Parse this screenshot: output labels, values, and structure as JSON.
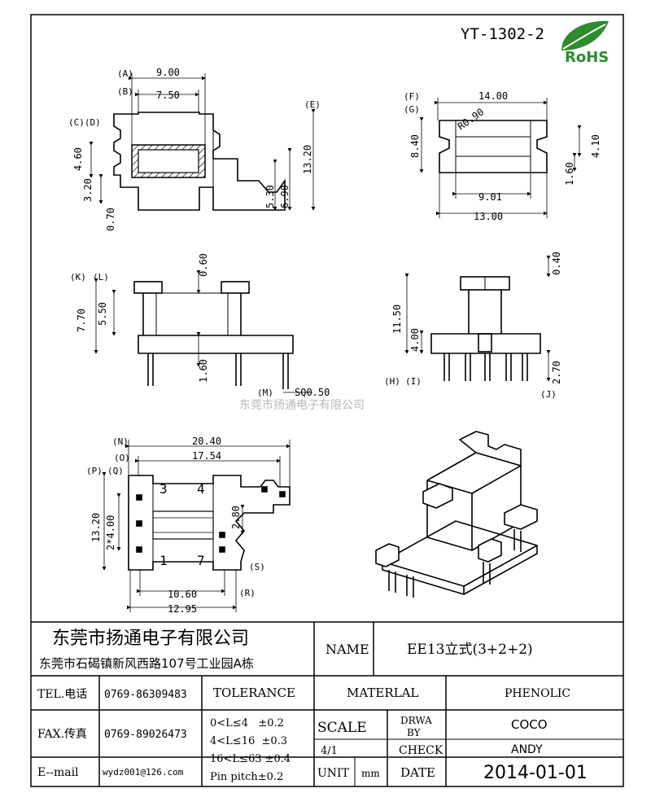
{
  "header": {
    "part_number": "YT-1302-2",
    "rohs": "RoHS"
  },
  "watermark": "东莞市扬通电子有限公司",
  "top_left_view": {
    "labels": [
      "(A)",
      "(B)",
      "(C)(D)",
      "(E)"
    ],
    "dims": [
      "9.00",
      "7.50",
      "4.60",
      "3.20",
      "0.70",
      "13.20",
      "5.30",
      "6.90"
    ]
  },
  "top_right_view": {
    "labels": [
      "(F)",
      "(G)"
    ],
    "dims": [
      "14.00",
      "R0.90",
      "8.40",
      "4.10",
      "1.60",
      "9.01",
      "13.00"
    ]
  },
  "mid_left_view": {
    "labels": [
      "(K)",
      "(L)",
      "(M)"
    ],
    "dims": [
      "0.60",
      "7.70",
      "5.50",
      "1.60",
      "SQ0.50"
    ]
  },
  "mid_right_view": {
    "labels": [
      "(H)",
      "(I)",
      "(J)"
    ],
    "dims": [
      "0.40",
      "11.50",
      "4.00",
      "2.70"
    ]
  },
  "bottom_left_view": {
    "labels": [
      "(N)",
      "(O)",
      "(P)",
      "(Q)",
      "(S)",
      "(R)"
    ],
    "dims": [
      "20.40",
      "17.54",
      "13.20",
      "2*4.00",
      "2.80",
      "10.60",
      "12.95"
    ],
    "pins": [
      "3",
      "4",
      "1",
      "7"
    ]
  },
  "title_block": {
    "company": "东莞市扬通电子有限公司",
    "address": "东莞市石碣镇新风西路107号工业园A栋",
    "name_label": "NAME",
    "name_value": "EE13立式(3+2+2)",
    "tel_label": "TEL.电话",
    "tel_value": "0769-86309483",
    "fax_label": "FAX.传真",
    "fax_value": "0769-89026473",
    "email_label": "E--mail",
    "email_value": "wydz001@126.com",
    "tolerance_label": "TOLERANCE",
    "tol_1": "0<L≤4   ±0.2",
    "tol_2": "4<L≤16  ±0.3",
    "tol_3": "16<L≤63 ±0.4",
    "tol_4": "Pin pitch±0.2",
    "material_label": "MATERLAL",
    "material_value": "PHENOLIC",
    "scale_label": "SCALE",
    "scale_value": "4/1",
    "drwa_label_1": "DRWA",
    "drwa_label_2": "BY",
    "drwa_value": "COCO",
    "check_label": "CHECK",
    "check_value": "ANDY",
    "unit_label": "UNIT",
    "unit_value": "mm",
    "date_label": "DATE",
    "date_value": "2014-01-01"
  }
}
